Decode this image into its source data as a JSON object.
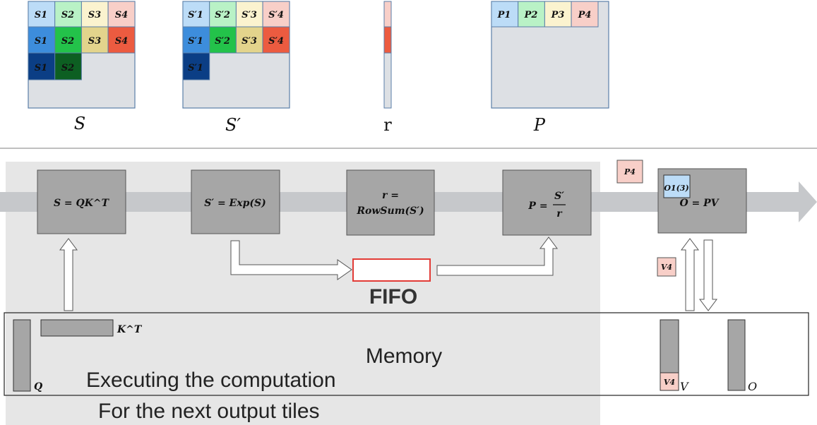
{
  "matrices": {
    "s": {
      "caption": "S",
      "row1": [
        "S1",
        "S2",
        "S3",
        "S4"
      ],
      "row2": [
        "S1",
        "S2",
        "S3",
        "S4"
      ],
      "row3": [
        "S1",
        "S2"
      ]
    },
    "sp": {
      "caption": "S′",
      "row1": [
        "S′1",
        "S′2",
        "S′3",
        "S′4"
      ],
      "row2": [
        "S′1",
        "S′2",
        "S′3",
        "S′4"
      ],
      "row3": [
        "S′1"
      ]
    },
    "r": {
      "caption": "r"
    },
    "p": {
      "caption": "P",
      "row1": [
        "P1",
        "P2",
        "P3",
        "P4"
      ]
    }
  },
  "pipeline": {
    "stage1": "S = QK^T",
    "stage2": "S′ = Exp(S)",
    "stage3_line1": "r =",
    "stage3_line2": "RowSum(S′)",
    "stage4_lhs": "P =",
    "stage4_num": "S′",
    "stage4_den": "r",
    "stage5": "O = PV",
    "floating_p4": "P4",
    "floating_v4": "V4",
    "o_tile": "O1(3)",
    "fifo": "FIFO"
  },
  "memory": {
    "label": "Memory",
    "q": "Q",
    "kt": "K^T",
    "v": "V",
    "v4": "V4",
    "o": "O"
  },
  "annotations": {
    "line1": "Executing the computation",
    "line2": "For the next output tiles"
  },
  "colors": {
    "light_blue": "#bcdcf7",
    "light_green": "#b9f2c6",
    "light_yellow": "#fbf3cf",
    "light_pink": "#f8cfc8",
    "blue": "#3d8ddc",
    "green": "#23c24a",
    "yellow": "#e3d48c",
    "red": "#ec5b40",
    "dark_blue": "#0b3e85",
    "dark_green": "#0d5f22",
    "grid_gray": "#dde0e4",
    "block_gray": "#a6a6a6",
    "fifo_red": "#e23b36"
  }
}
